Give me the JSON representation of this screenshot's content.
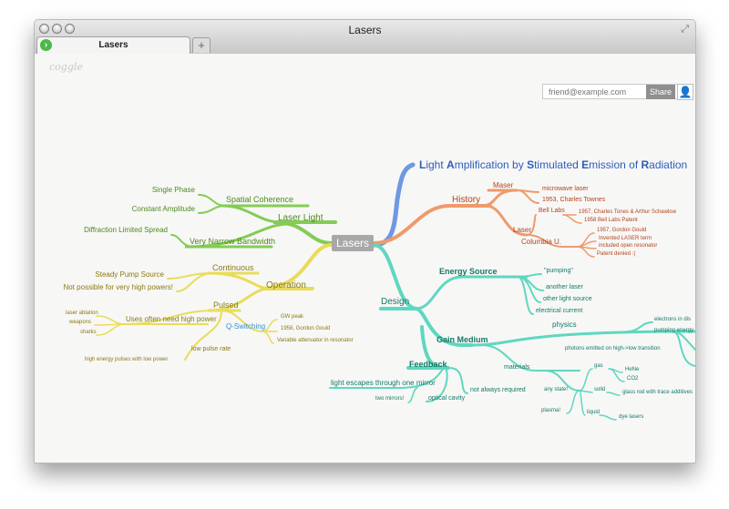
{
  "window": {
    "title": "Lasers"
  },
  "tab": {
    "label": "Lasers",
    "new_tab": "+"
  },
  "app": {
    "logo": "coggle"
  },
  "share": {
    "email_placeholder": "friend@example.com",
    "button": "Share"
  },
  "mindmap": {
    "root": "Lasers",
    "acronym": {
      "L": "L",
      "ight": "ight ",
      "A": "A",
      "mplification": "mplification by ",
      "S": "S",
      "timulated": "timulated ",
      "E": "E",
      "mission": "mission of ",
      "R": "R",
      "adiation": "adiation"
    },
    "laser_light": "Laser Light",
    "spatial_coherence": "Spatial Coherence",
    "single_phase": "Single Phase",
    "constant_amplitude": "Constant Amplitude",
    "very_narrow_bandwidth": "Very Narrow Bandwidth",
    "diffraction_limited_spread": "Diffraction Limited Spread",
    "operation": "Operation",
    "continuous": "Continuous",
    "steady_pump_source": "Steady Pump Source",
    "not_possible": "Not possible for very high powers!",
    "pulsed": "Pulsed",
    "uses_high_power": "Uses often need high power",
    "laser_ablation": "laser ablation",
    "weapons": "weapons",
    "sharks": "sharks",
    "q_switching": "Q-Switching",
    "gw_peak": "GW peak",
    "gould_1958": "1958, Gordon Gould",
    "variable_attenuator": "Variable attenuator in resonator",
    "low_pulse_rate": "low pulse rate",
    "high_energy_pulses": "high energy pulses with low power",
    "history": "History",
    "maser": "Maser",
    "microwave_laser": "microwave laser",
    "townes_1953": "1953, Charles Townes",
    "bell_labs": "Bell Labs",
    "tones_schawlow": "1957, Charles Tones & Arthur Schawlow",
    "bell_patent": "1958 Bell Labs Patent",
    "laser": "Laser",
    "columbia": "Columbia U.",
    "gould_1957": "1957, Gordon Gould",
    "invented_term": "Invented LASER term",
    "open_resonator": "included open resonator",
    "patent_denied": "Patent denied :(",
    "design": "Design",
    "energy_source": "Energy Source",
    "pumping": "\"pumping\"",
    "another_laser": "another laser",
    "other_light_source": "other light source",
    "electrical_current": "electrical current",
    "gain_medium": "Gain Medium",
    "physics": "physics",
    "electrons_in_dis": "electrons in dis",
    "pumping_energy": "pumping energy",
    "photons_emitted": "photons emitted on high->low transition",
    "materials": "materials",
    "gas": "gas",
    "hene": "HeNe",
    "co2": "CO2",
    "solid": "solid",
    "glass_rod": "glass rod with trace additives",
    "any_state": "any state!",
    "plasma": "plasma!",
    "liquid": "liquid",
    "dye_lasers": "dye lasers",
    "feedback": "Feedback",
    "light_escapes": "light escapes through one mirror",
    "two_mirrors": "two mirrors!",
    "optical_cavity": "optical cavity",
    "not_always_required": "not always required"
  },
  "colors": {
    "green": "#84cc55",
    "yellow": "#e9dc5a",
    "orange": "#ef9a6c",
    "blue": "#6d98e4",
    "teal": "#5fd7c0",
    "green_text": "#4d8a1e",
    "yellow_text": "#8a7a10",
    "orange_text": "#b2441a",
    "blue_text": "#2f5db8",
    "teal_text": "#137a66",
    "root_bg": "#a8a8a8"
  }
}
